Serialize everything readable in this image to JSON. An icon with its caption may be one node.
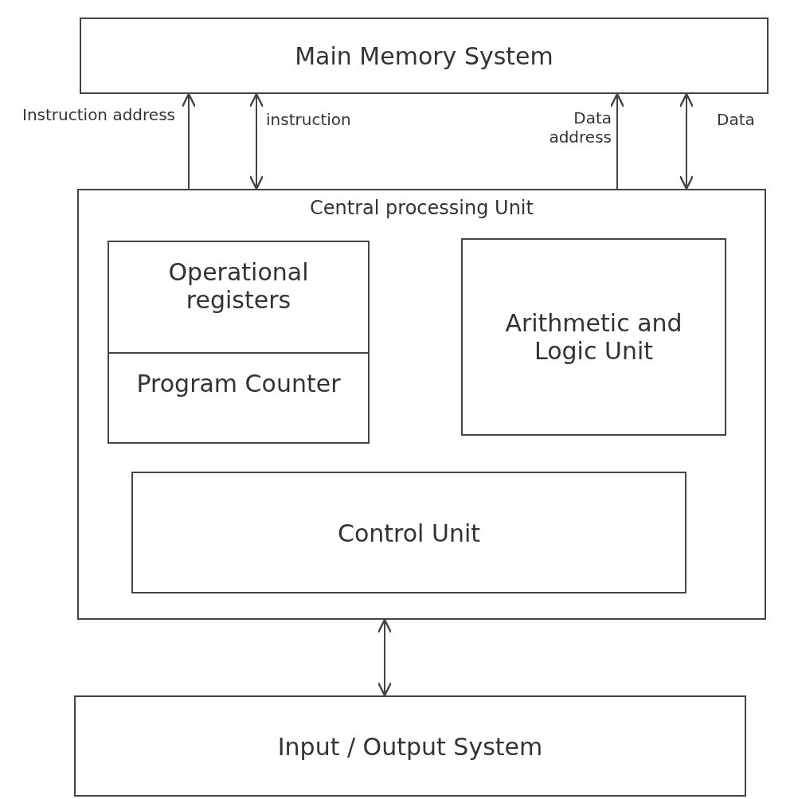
{
  "diagram": {
    "nodes": [
      {
        "text": [
          "Main Memory System"
        ]
      },
      {
        "text": [
          "Central processing Unit"
        ]
      },
      {
        "text": [
          "Operational registers",
          "Program Counter"
        ],
        "in": 1
      },
      {
        "text": [
          "Arithmetic and Logic Unit"
        ],
        "in": 1
      },
      {
        "text": [
          "Control Unit"
        ],
        "in": 1
      },
      {
        "text": [
          "Input / Output System"
        ]
      }
    ],
    "edges": [
      {
        "from": 1,
        "to": 0,
        "arrow": "to",
        "label": "Instruction address"
      },
      {
        "from": 0,
        "to": 1,
        "arrow": "both",
        "label": "instruction"
      },
      {
        "from": 1,
        "to": 0,
        "arrow": "to",
        "label": "Data address"
      },
      {
        "from": 0,
        "to": 1,
        "arrow": "both",
        "label": "Data"
      },
      {
        "from": 1,
        "to": 5,
        "arrow": "both"
      }
    ]
  }
}
